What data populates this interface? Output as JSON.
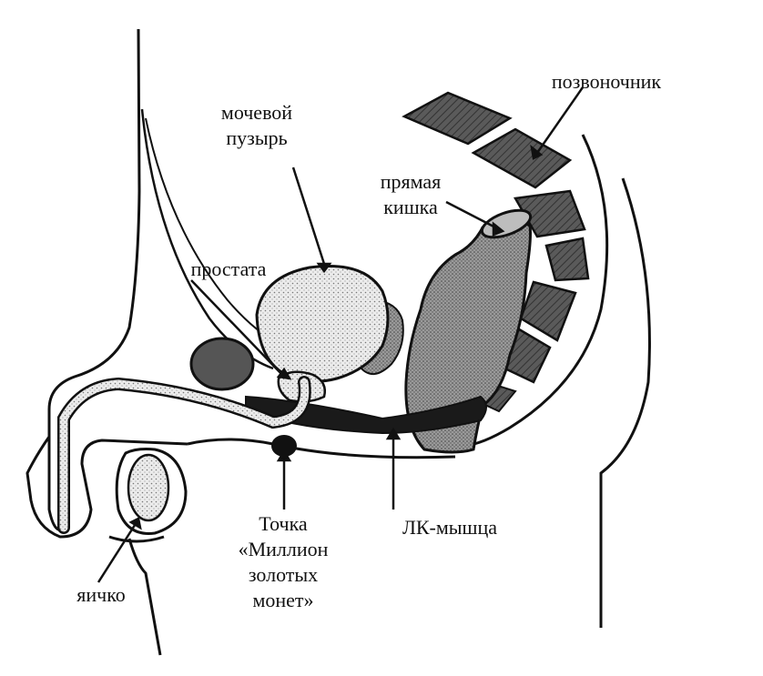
{
  "labels": {
    "bladder": [
      "мочевой",
      "пузырь"
    ],
    "spine": "позвоночник",
    "rectum": [
      "прямая",
      "кишка"
    ],
    "prostate": "простата",
    "point": [
      "Точка",
      "«Миллион",
      "золотых",
      "монет»"
    ],
    "pc_muscle": "ЛК-мышца",
    "testicle": "яичко"
  },
  "colors": {
    "line": "#111111",
    "dark_fill": "#555555",
    "mid_fill": "#8a8a8a",
    "light_fill": "#d8d8d8",
    "muscle": "#1a1a1a"
  }
}
